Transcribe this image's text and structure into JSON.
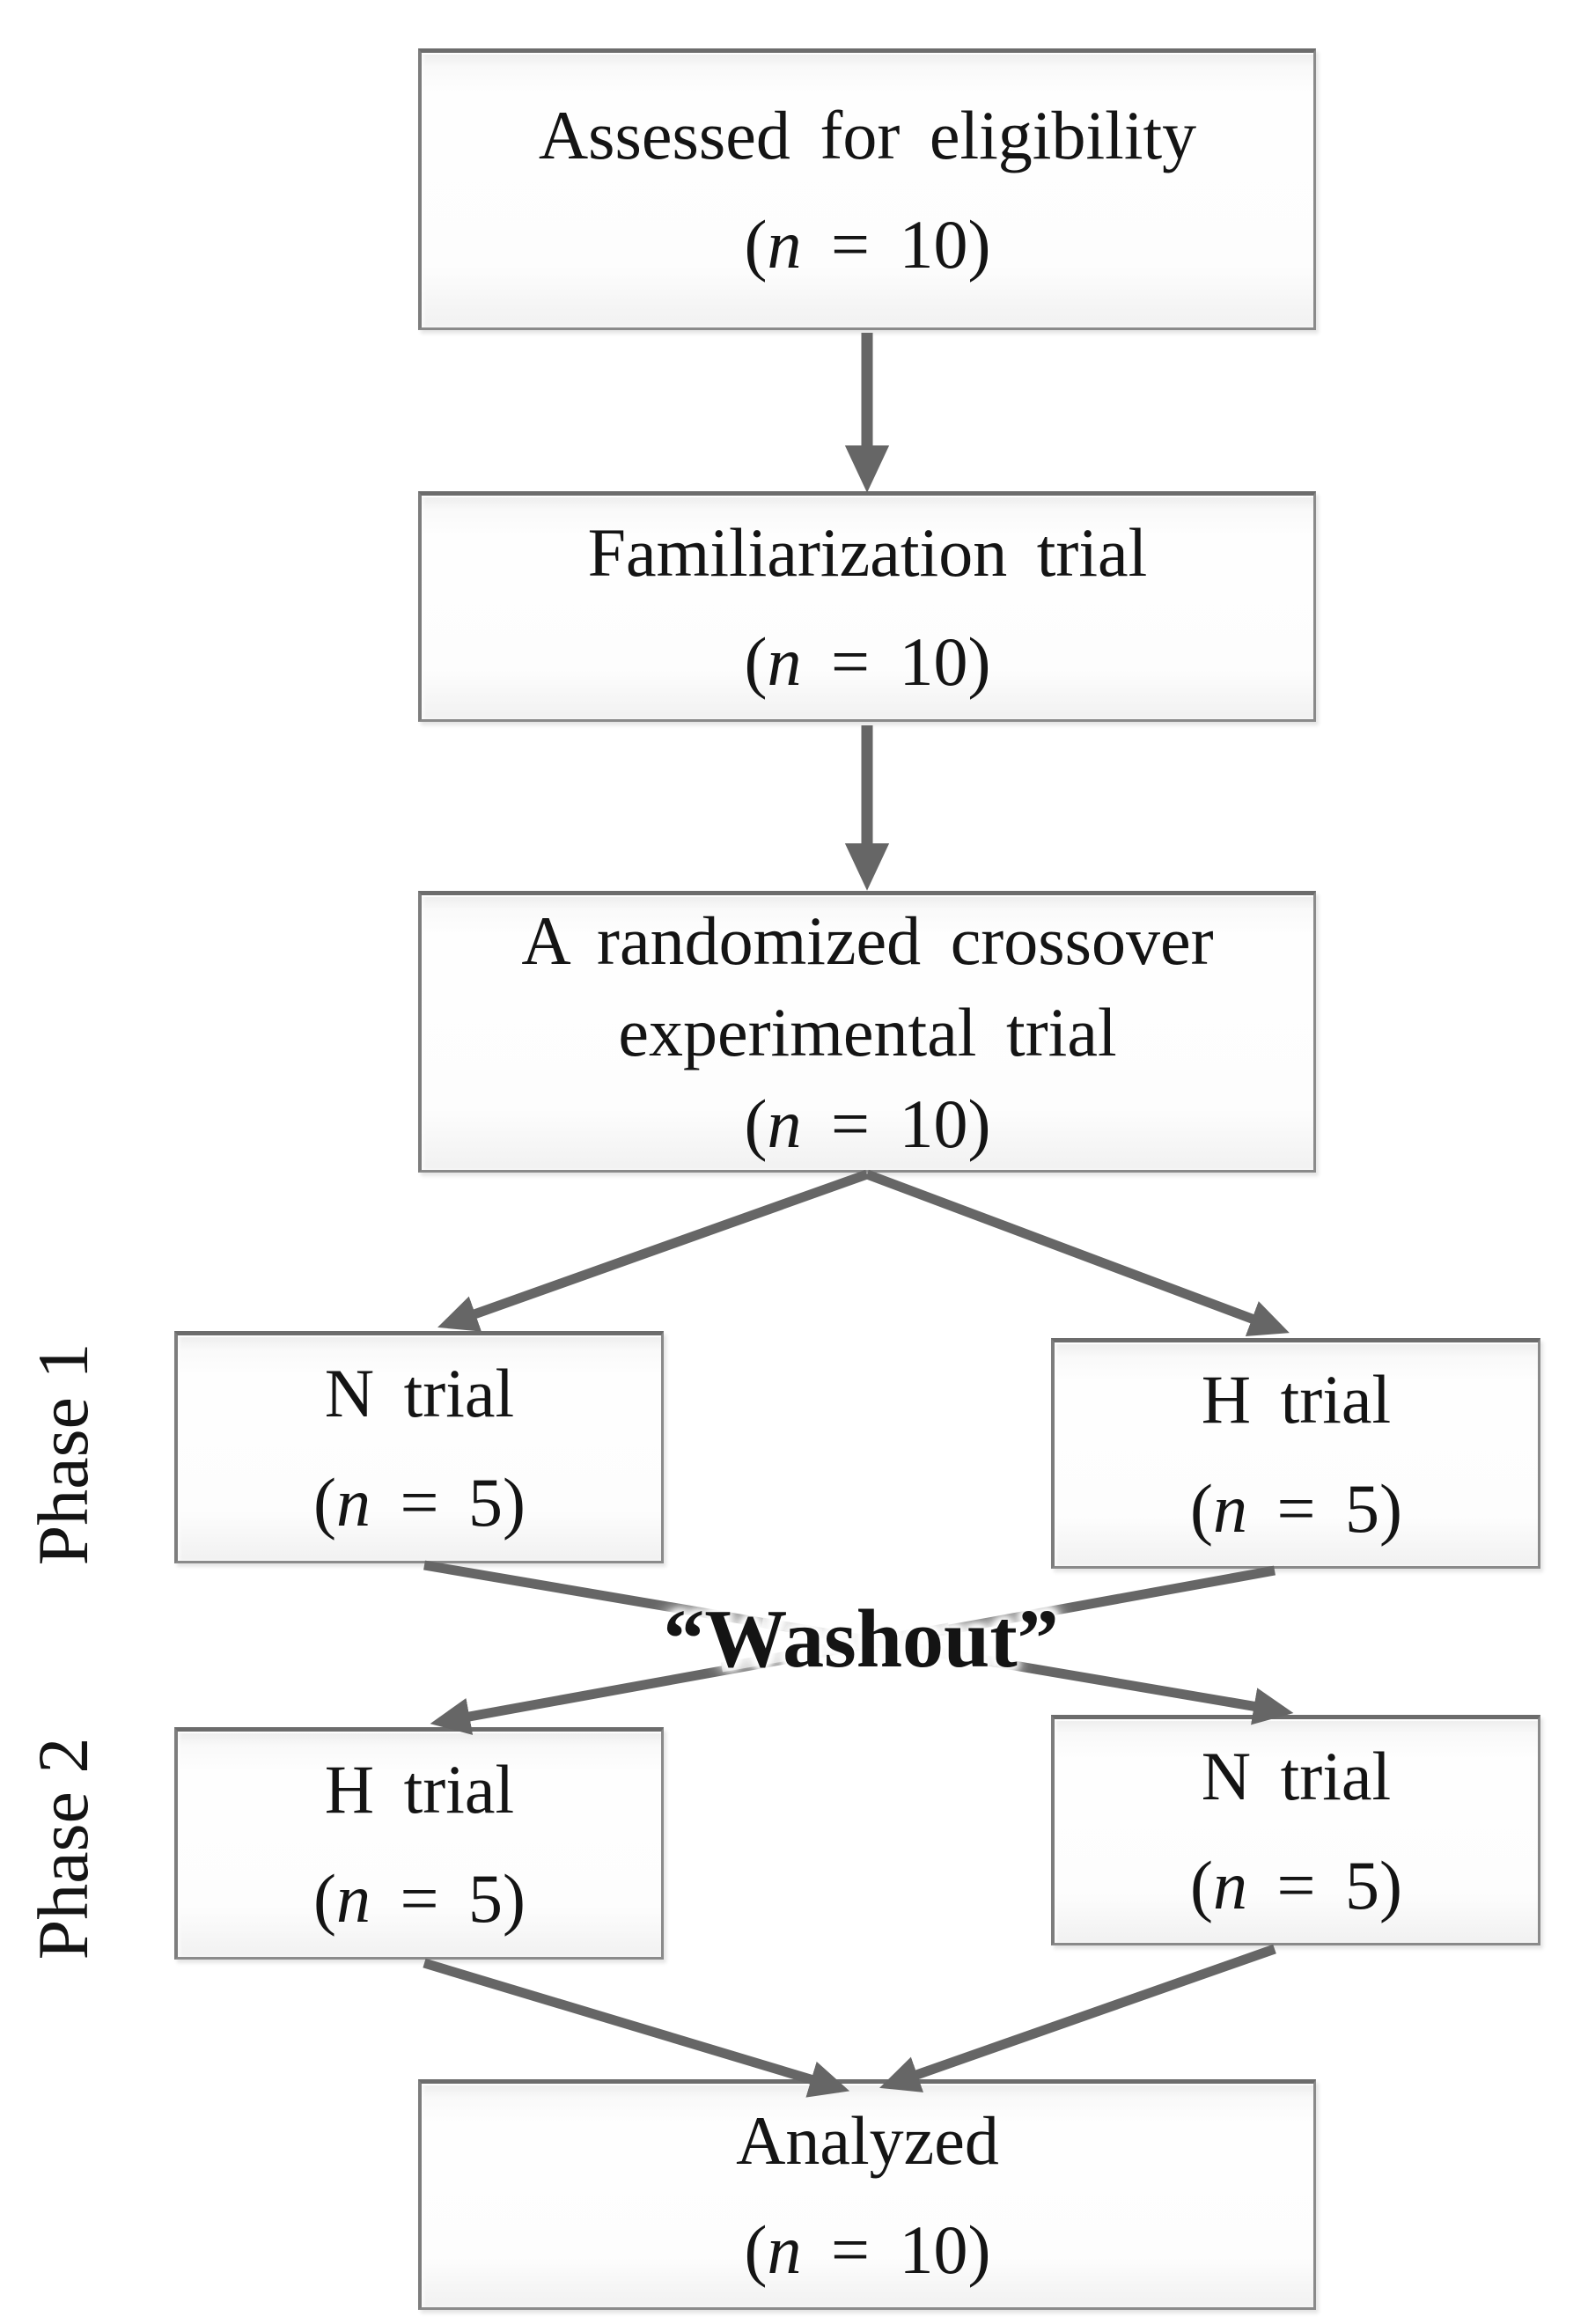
{
  "figure_type": "randomized-crossover-trial-flow-diagram",
  "boxes": {
    "assessed": {
      "title": "Assessed for eligibility",
      "n_open": "(",
      "n_var": "n",
      "n_rest": " = 10)"
    },
    "familiarization": {
      "title": "Familiarization trial",
      "n_open": "(",
      "n_var": "n",
      "n_rest": " = 10)"
    },
    "randomized": {
      "title_line1": "A randomized crossover",
      "title_line2": "experimental trial",
      "n_open": "(",
      "n_var": "n",
      "n_rest": " = 10)"
    },
    "phase1_left": {
      "title": "N trial",
      "n_open": "(",
      "n_var": "n",
      "n_rest": " = 5)"
    },
    "phase1_right": {
      "title": "H trial",
      "n_open": "(",
      "n_var": "n",
      "n_rest": " = 5)"
    },
    "phase2_left": {
      "title": "H trial",
      "n_open": "(",
      "n_var": "n",
      "n_rest": " = 5)"
    },
    "phase2_right": {
      "title": "N trial",
      "n_open": "(",
      "n_var": "n",
      "n_rest": " = 5)"
    },
    "analyzed": {
      "title": "Analyzed",
      "n_open": "(",
      "n_var": "n",
      "n_rest": " = 10)"
    }
  },
  "labels": {
    "phase1": "Phase 1",
    "phase2": "Phase 2",
    "washout": "“Washout”"
  },
  "colors": {
    "arrow_dark": "#666666",
    "arrow_light": "#c8c8c8",
    "box_border": "#8a8a8a",
    "text": "#141414"
  }
}
